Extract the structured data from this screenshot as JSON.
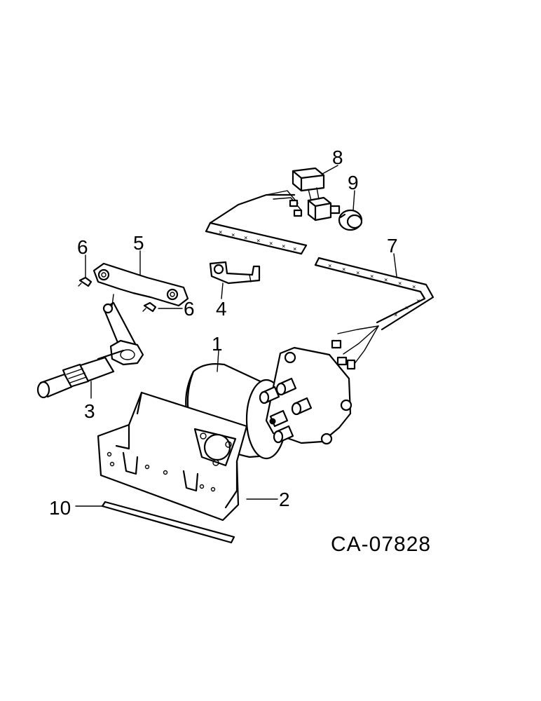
{
  "diagram": {
    "callouts": [
      {
        "id": "1",
        "label": "1"
      },
      {
        "id": "2",
        "label": "2"
      },
      {
        "id": "3",
        "label": "3"
      },
      {
        "id": "4",
        "label": "4"
      },
      {
        "id": "5",
        "label": "5"
      },
      {
        "id": "6a",
        "label": "6"
      },
      {
        "id": "6b",
        "label": "6"
      },
      {
        "id": "7",
        "label": "7"
      },
      {
        "id": "8",
        "label": "8"
      },
      {
        "id": "9",
        "label": "9"
      },
      {
        "id": "10",
        "label": "10"
      }
    ],
    "drawing_code": "CA-07828"
  }
}
